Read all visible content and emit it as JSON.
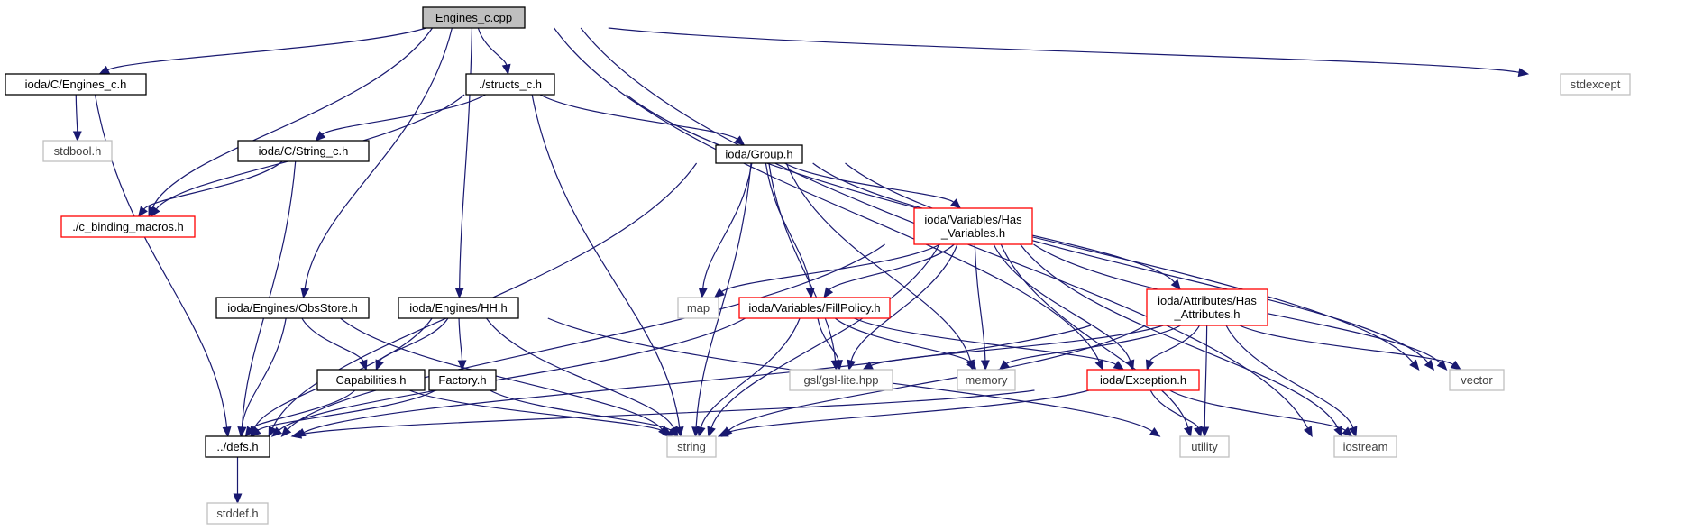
{
  "nodes": {
    "engines_c_cpp": {
      "lines": [
        "Engines_c.cpp"
      ],
      "style": "root"
    },
    "ioda_c_engines_c_h": {
      "lines": [
        "ioda/C/Engines_c.h"
      ],
      "style": "black"
    },
    "structs_c_h": {
      "lines": [
        "./structs_c.h"
      ],
      "style": "black"
    },
    "stdexcept": {
      "lines": [
        "stdexcept"
      ],
      "style": "gray"
    },
    "stdbool_h": {
      "lines": [
        "stdbool.h"
      ],
      "style": "gray"
    },
    "ioda_c_string_c_h": {
      "lines": [
        "ioda/C/String_c.h"
      ],
      "style": "black"
    },
    "ioda_group_h": {
      "lines": [
        "ioda/Group.h"
      ],
      "style": "black"
    },
    "c_binding_macros_h": {
      "lines": [
        "./c_binding_macros.h"
      ],
      "style": "red"
    },
    "has_variables_h": {
      "lines": [
        "ioda/Variables/Has",
        "_Variables.h"
      ],
      "style": "red"
    },
    "obsstore_h": {
      "lines": [
        "ioda/Engines/ObsStore.h"
      ],
      "style": "black"
    },
    "hh_h": {
      "lines": [
        "ioda/Engines/HH.h"
      ],
      "style": "black"
    },
    "map": {
      "lines": [
        "map"
      ],
      "style": "gray"
    },
    "fillpolicy_h": {
      "lines": [
        "ioda/Variables/FillPolicy.h"
      ],
      "style": "red"
    },
    "has_attributes_h": {
      "lines": [
        "ioda/Attributes/Has",
        "_Attributes.h"
      ],
      "style": "red"
    },
    "capabilities_h": {
      "lines": [
        "Capabilities.h"
      ],
      "style": "black"
    },
    "factory_h": {
      "lines": [
        "Factory.h"
      ],
      "style": "black"
    },
    "gsl_lite_hpp": {
      "lines": [
        "gsl/gsl-lite.hpp"
      ],
      "style": "gray"
    },
    "memory": {
      "lines": [
        "memory"
      ],
      "style": "gray"
    },
    "exception_h": {
      "lines": [
        "ioda/Exception.h"
      ],
      "style": "red"
    },
    "vector": {
      "lines": [
        "vector"
      ],
      "style": "gray"
    },
    "defs_h": {
      "lines": [
        "../defs.h"
      ],
      "style": "black"
    },
    "string": {
      "lines": [
        "string"
      ],
      "style": "gray"
    },
    "utility": {
      "lines": [
        "utility"
      ],
      "style": "gray"
    },
    "iostream": {
      "lines": [
        "iostream"
      ],
      "style": "gray"
    },
    "stddef_h": {
      "lines": [
        "stddef.h"
      ],
      "style": "gray"
    }
  },
  "edges": [
    [
      "engines_c_cpp",
      "ioda_c_engines_c_h"
    ],
    [
      "engines_c_cpp",
      "structs_c_h"
    ],
    [
      "engines_c_cpp",
      "c_binding_macros_h"
    ],
    [
      "engines_c_cpp",
      "obsstore_h"
    ],
    [
      "engines_c_cpp",
      "hh_h"
    ],
    [
      "engines_c_cpp",
      "exception_h"
    ],
    [
      "engines_c_cpp",
      "stdexcept"
    ],
    [
      "engines_c_cpp",
      "iostream"
    ],
    [
      "ioda_c_engines_c_h",
      "stdbool_h"
    ],
    [
      "ioda_c_engines_c_h",
      "defs_h"
    ],
    [
      "structs_c_h",
      "ioda_c_string_c_h"
    ],
    [
      "structs_c_h",
      "c_binding_macros_h"
    ],
    [
      "structs_c_h",
      "ioda_group_h"
    ],
    [
      "structs_c_h",
      "string"
    ],
    [
      "structs_c_h",
      "vector"
    ],
    [
      "ioda_c_string_c_h",
      "c_binding_macros_h"
    ],
    [
      "ioda_c_string_c_h",
      "defs_h"
    ],
    [
      "ioda_group_h",
      "has_variables_h"
    ],
    [
      "ioda_group_h",
      "has_attributes_h"
    ],
    [
      "ioda_group_h",
      "fillpolicy_h"
    ],
    [
      "ioda_group_h",
      "map"
    ],
    [
      "ioda_group_h",
      "gsl_lite_hpp"
    ],
    [
      "ioda_group_h",
      "string"
    ],
    [
      "ioda_group_h",
      "memory"
    ],
    [
      "ioda_group_h",
      "vector"
    ],
    [
      "ioda_group_h",
      "defs_h"
    ],
    [
      "has_variables_h",
      "defs_h"
    ],
    [
      "has_variables_h",
      "map"
    ],
    [
      "has_variables_h",
      "fillpolicy_h"
    ],
    [
      "has_variables_h",
      "gsl_lite_hpp"
    ],
    [
      "has_variables_h",
      "string"
    ],
    [
      "has_variables_h",
      "memory"
    ],
    [
      "has_variables_h",
      "exception_h"
    ],
    [
      "has_variables_h",
      "utility"
    ],
    [
      "has_variables_h",
      "iostream"
    ],
    [
      "has_variables_h",
      "vector"
    ],
    [
      "obsstore_h",
      "capabilities_h"
    ],
    [
      "obsstore_h",
      "defs_h"
    ],
    [
      "obsstore_h",
      "string"
    ],
    [
      "hh_h",
      "capabilities_h"
    ],
    [
      "hh_h",
      "factory_h"
    ],
    [
      "hh_h",
      "defs_h"
    ],
    [
      "hh_h",
      "string"
    ],
    [
      "hh_h",
      "utility"
    ],
    [
      "fillpolicy_h",
      "defs_h"
    ],
    [
      "fillpolicy_h",
      "string"
    ],
    [
      "fillpolicy_h",
      "gsl_lite_hpp"
    ],
    [
      "fillpolicy_h",
      "memory"
    ],
    [
      "fillpolicy_h",
      "exception_h"
    ],
    [
      "has_attributes_h",
      "gsl_lite_hpp"
    ],
    [
      "has_attributes_h",
      "memory"
    ],
    [
      "has_attributes_h",
      "exception_h"
    ],
    [
      "has_attributes_h",
      "string"
    ],
    [
      "has_attributes_h",
      "utility"
    ],
    [
      "has_attributes_h",
      "iostream"
    ],
    [
      "has_attributes_h",
      "vector"
    ],
    [
      "has_attributes_h",
      "defs_h"
    ],
    [
      "capabilities_h",
      "defs_h"
    ],
    [
      "capabilities_h",
      "string"
    ],
    [
      "factory_h",
      "defs_h"
    ],
    [
      "factory_h",
      "string"
    ],
    [
      "exception_h",
      "defs_h"
    ],
    [
      "exception_h",
      "string"
    ],
    [
      "exception_h",
      "utility"
    ],
    [
      "exception_h",
      "iostream"
    ],
    [
      "defs_h",
      "stddef_h"
    ]
  ]
}
